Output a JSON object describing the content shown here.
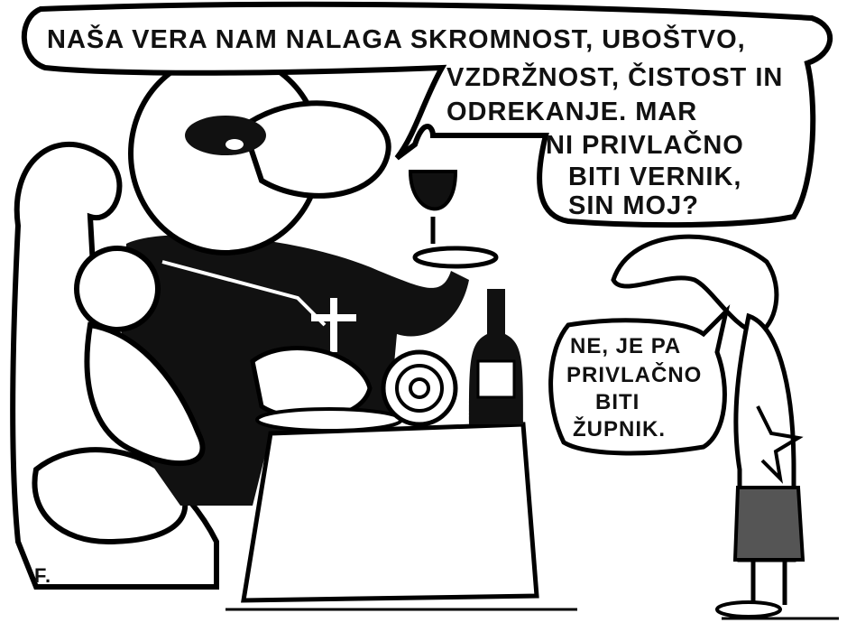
{
  "cartoon": {
    "priest_speech": {
      "lines": [
        "NAŠA VERA NAM NALAGA SKROMNOST, UBOŠTVO,",
        "VZDRŽNOST, ČISTOST IN",
        "ODREKANJE. MAR",
        "NI PRIVLAČNO",
        "BITI VERNIK,",
        "SIN MOJ?"
      ]
    },
    "boy_speech": {
      "lines": [
        "NE, JE PA",
        "PRIVLAČNO",
        "BITI",
        "ŽUPNIK."
      ]
    },
    "signature": "F."
  }
}
